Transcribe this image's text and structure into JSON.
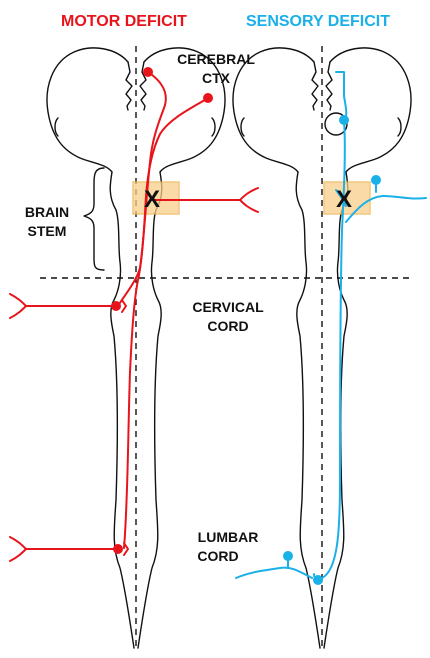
{
  "titles": {
    "motor": "MOTOR DEFICIT",
    "sensory": "SENSORY DEFICIT"
  },
  "labels": {
    "cerebral_line1": "CEREBRAL",
    "cerebral_line2": "CTX",
    "brainstem_line1": "BRAIN",
    "brainstem_line2": "STEM",
    "cervical_line1": "CERVICAL",
    "cervical_line2": "CORD",
    "lumbar_line1": "LUMBAR",
    "lumbar_line2": "CORD",
    "lesion": "X"
  },
  "colors": {
    "motor": "#e8141b",
    "sensory": "#1ab0e8",
    "lesion_fill": "#f9d08a",
    "lesion_stroke": "#f0b455",
    "outline": "#111111"
  }
}
